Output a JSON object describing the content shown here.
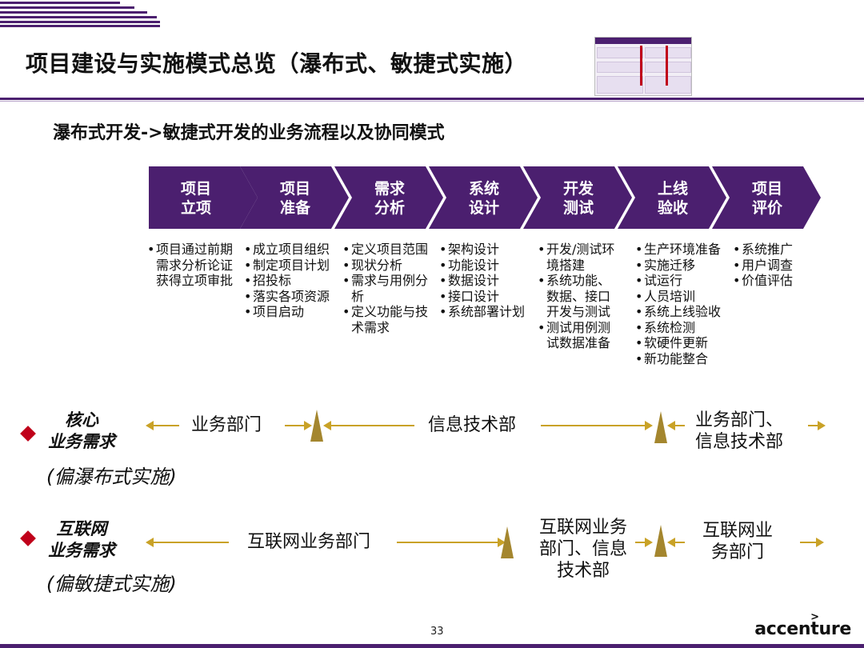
{
  "slide": {
    "title": "项目建设与实施模式总览（瀑布式、敏捷式实施）",
    "subtitle": "瀑布式开发->敏捷式开发的业务流程以及协同模式",
    "page_number": "33",
    "brand": "accenture",
    "brand_mark": ">"
  },
  "colors": {
    "primary": "#4b1f6f",
    "accent_arrow": "#c9a227",
    "diamond": "#c0001a"
  },
  "phases": [
    {
      "line1": "项目",
      "line2": "立项"
    },
    {
      "line1": "项目",
      "line2": "准备"
    },
    {
      "line1": "需求",
      "line2": "分析"
    },
    {
      "line1": "系统",
      "line2": "设计"
    },
    {
      "line1": "开发",
      "line2": "测试"
    },
    {
      "line1": "上线",
      "line2": "验收"
    },
    {
      "line1": "项目",
      "line2": "评价"
    }
  ],
  "bullets": [
    [
      "项目通过前期需求分析论证获得立项审批"
    ],
    [
      "成立项目组织",
      "制定项目计划",
      "招投标",
      "落实各项资源",
      "项目启动"
    ],
    [
      "定义项目范围",
      "现状分析",
      "需求与用例分析",
      "定义功能与技术需求"
    ],
    [
      "架构设计",
      "功能设计",
      "数据设计",
      "接口设计",
      "系统部署计划"
    ],
    [
      "开发/测试环境搭建",
      "系统功能、数据、接口开发与测试",
      "测试用例测试数据准备"
    ],
    [
      "生产环境准备",
      "实施迁移",
      "试运行",
      "人员培训",
      "系统上线验收",
      "系统检测",
      "软硬件更新",
      "新功能整合"
    ],
    [
      "系统推广",
      "用户调查",
      "价值评估"
    ]
  ],
  "lanes": {
    "core": {
      "head_line1": "核心",
      "head_line2": "业务需求",
      "note": "(偏瀑布式实施)",
      "seg1": "业务部门",
      "seg2": "信息技术部",
      "seg3_line1": "业务部门、",
      "seg3_line2": "信息技术部"
    },
    "internet": {
      "head_line1": "互联网",
      "head_line2": "业务需求",
      "note": "(偏敏捷式实施)",
      "seg1": "互联网业务部门",
      "seg2_line1": "互联网业务",
      "seg2_line2": "部门、信息",
      "seg2_line3": "技术部",
      "seg3_line1": "互联网业",
      "seg3_line2": "务部门"
    }
  }
}
